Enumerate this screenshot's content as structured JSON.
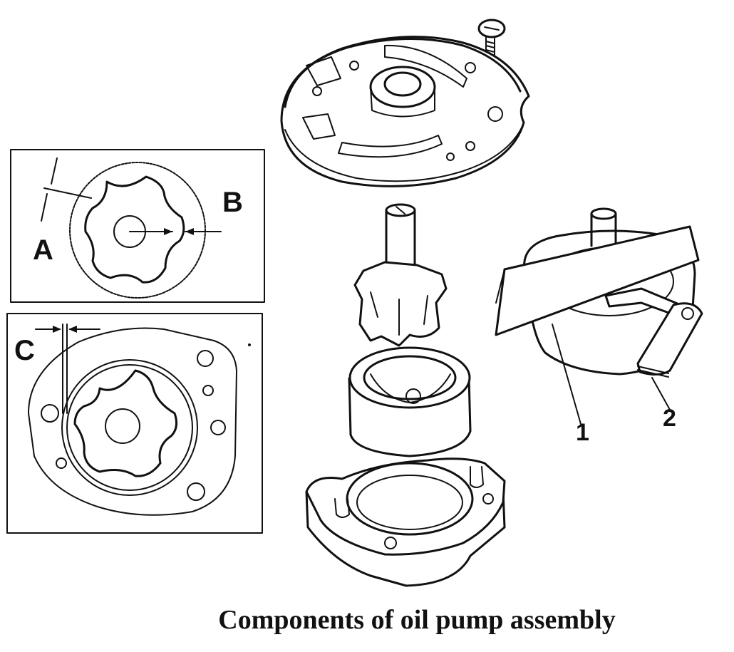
{
  "caption": "Components of oil pump assembly",
  "labels": {
    "a": "A",
    "b": "B",
    "c": "C",
    "one": "1",
    "two": "2"
  }
}
